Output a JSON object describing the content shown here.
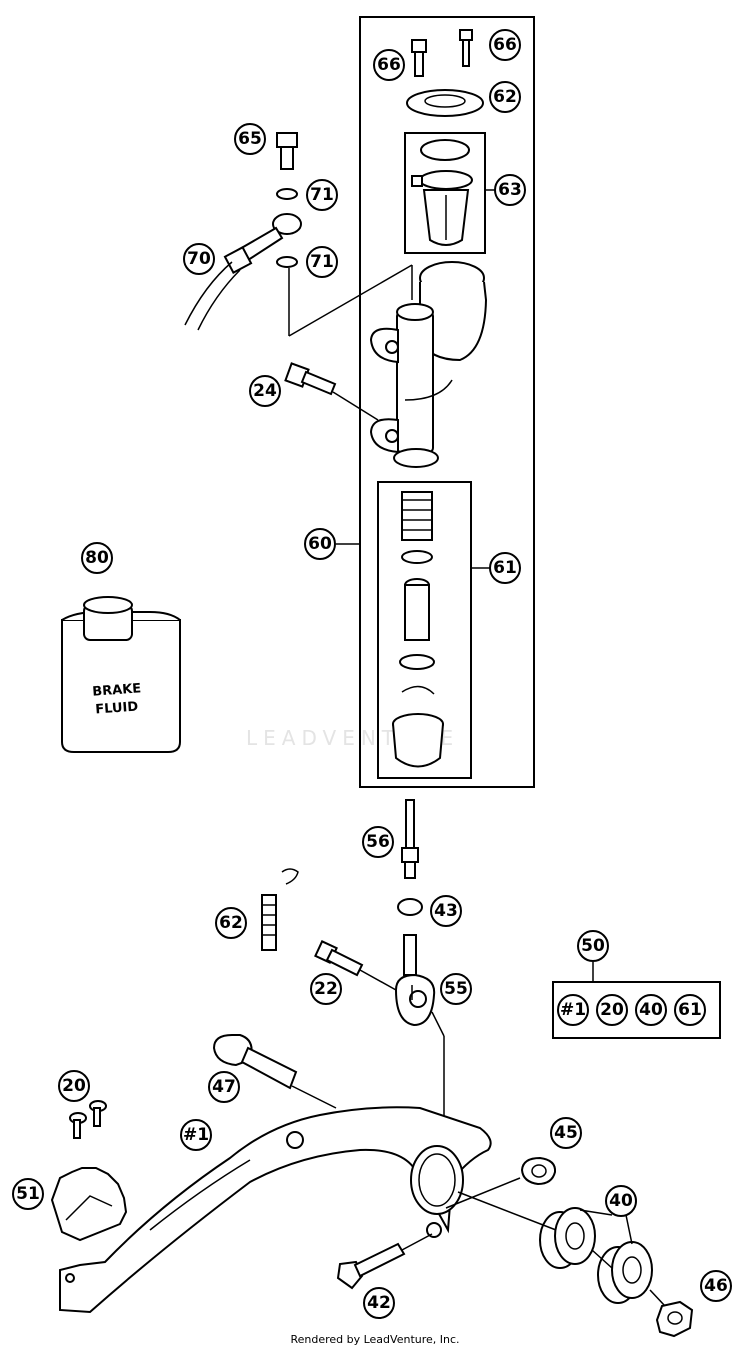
{
  "diagram": {
    "watermark": "LEADVENTURE",
    "footer": "Rendered by LeadVenture, Inc.",
    "container_label": "BRAKE FLUID",
    "container_label_lines": [
      "BRAKE",
      "FLUID"
    ],
    "callouts": {
      "c66a": "66",
      "c66b": "66",
      "c62a": "62",
      "c63": "63",
      "c65": "65",
      "c71a": "71",
      "c71b": "71",
      "c70": "70",
      "c24": "24",
      "c80": "80",
      "c60": "60",
      "c61": "61",
      "c56": "56",
      "c43": "43",
      "c62b": "62",
      "c22": "22",
      "c55": "55",
      "c50": "50",
      "c50_1": "#1",
      "c50_2": "20",
      "c50_3": "40",
      "c50_4": "61",
      "c20": "20",
      "c47": "47",
      "c1": "#1",
      "c45": "45",
      "c51": "51",
      "c40": "40",
      "c42": "42",
      "c46": "46"
    }
  }
}
